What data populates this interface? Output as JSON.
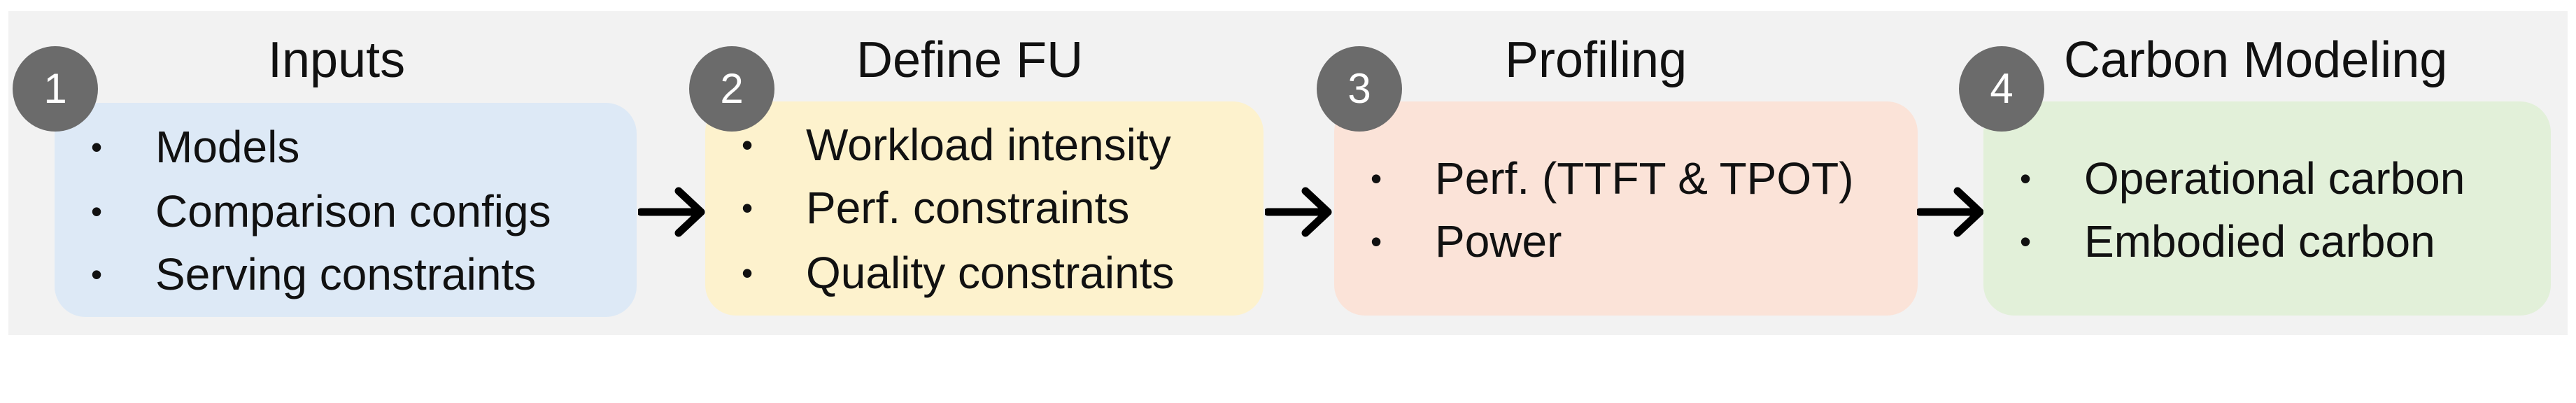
{
  "stages": [
    {
      "number": "1",
      "title": "Inputs",
      "items": [
        "Models",
        "Comparison configs",
        "Serving constraints"
      ],
      "color": "#dde9f6"
    },
    {
      "number": "2",
      "title": "Define FU",
      "items": [
        "Workload intensity",
        "Perf. constraints",
        "Quality constraints"
      ],
      "color": "#fdf2cd"
    },
    {
      "number": "3",
      "title": "Profiling",
      "items": [
        "Perf. (TTFT & TPOT)",
        "Power"
      ],
      "color": "#fbe3d8"
    },
    {
      "number": "4",
      "title": "Carbon Modeling",
      "items": [
        "Operational carbon",
        "Embodied carbon"
      ],
      "color": "#e2f0d9"
    }
  ],
  "badge_color": "#6b6b6b",
  "panel_color": "#f2f2f2",
  "arrow_color": "#000000",
  "bullet_glyph": "•"
}
